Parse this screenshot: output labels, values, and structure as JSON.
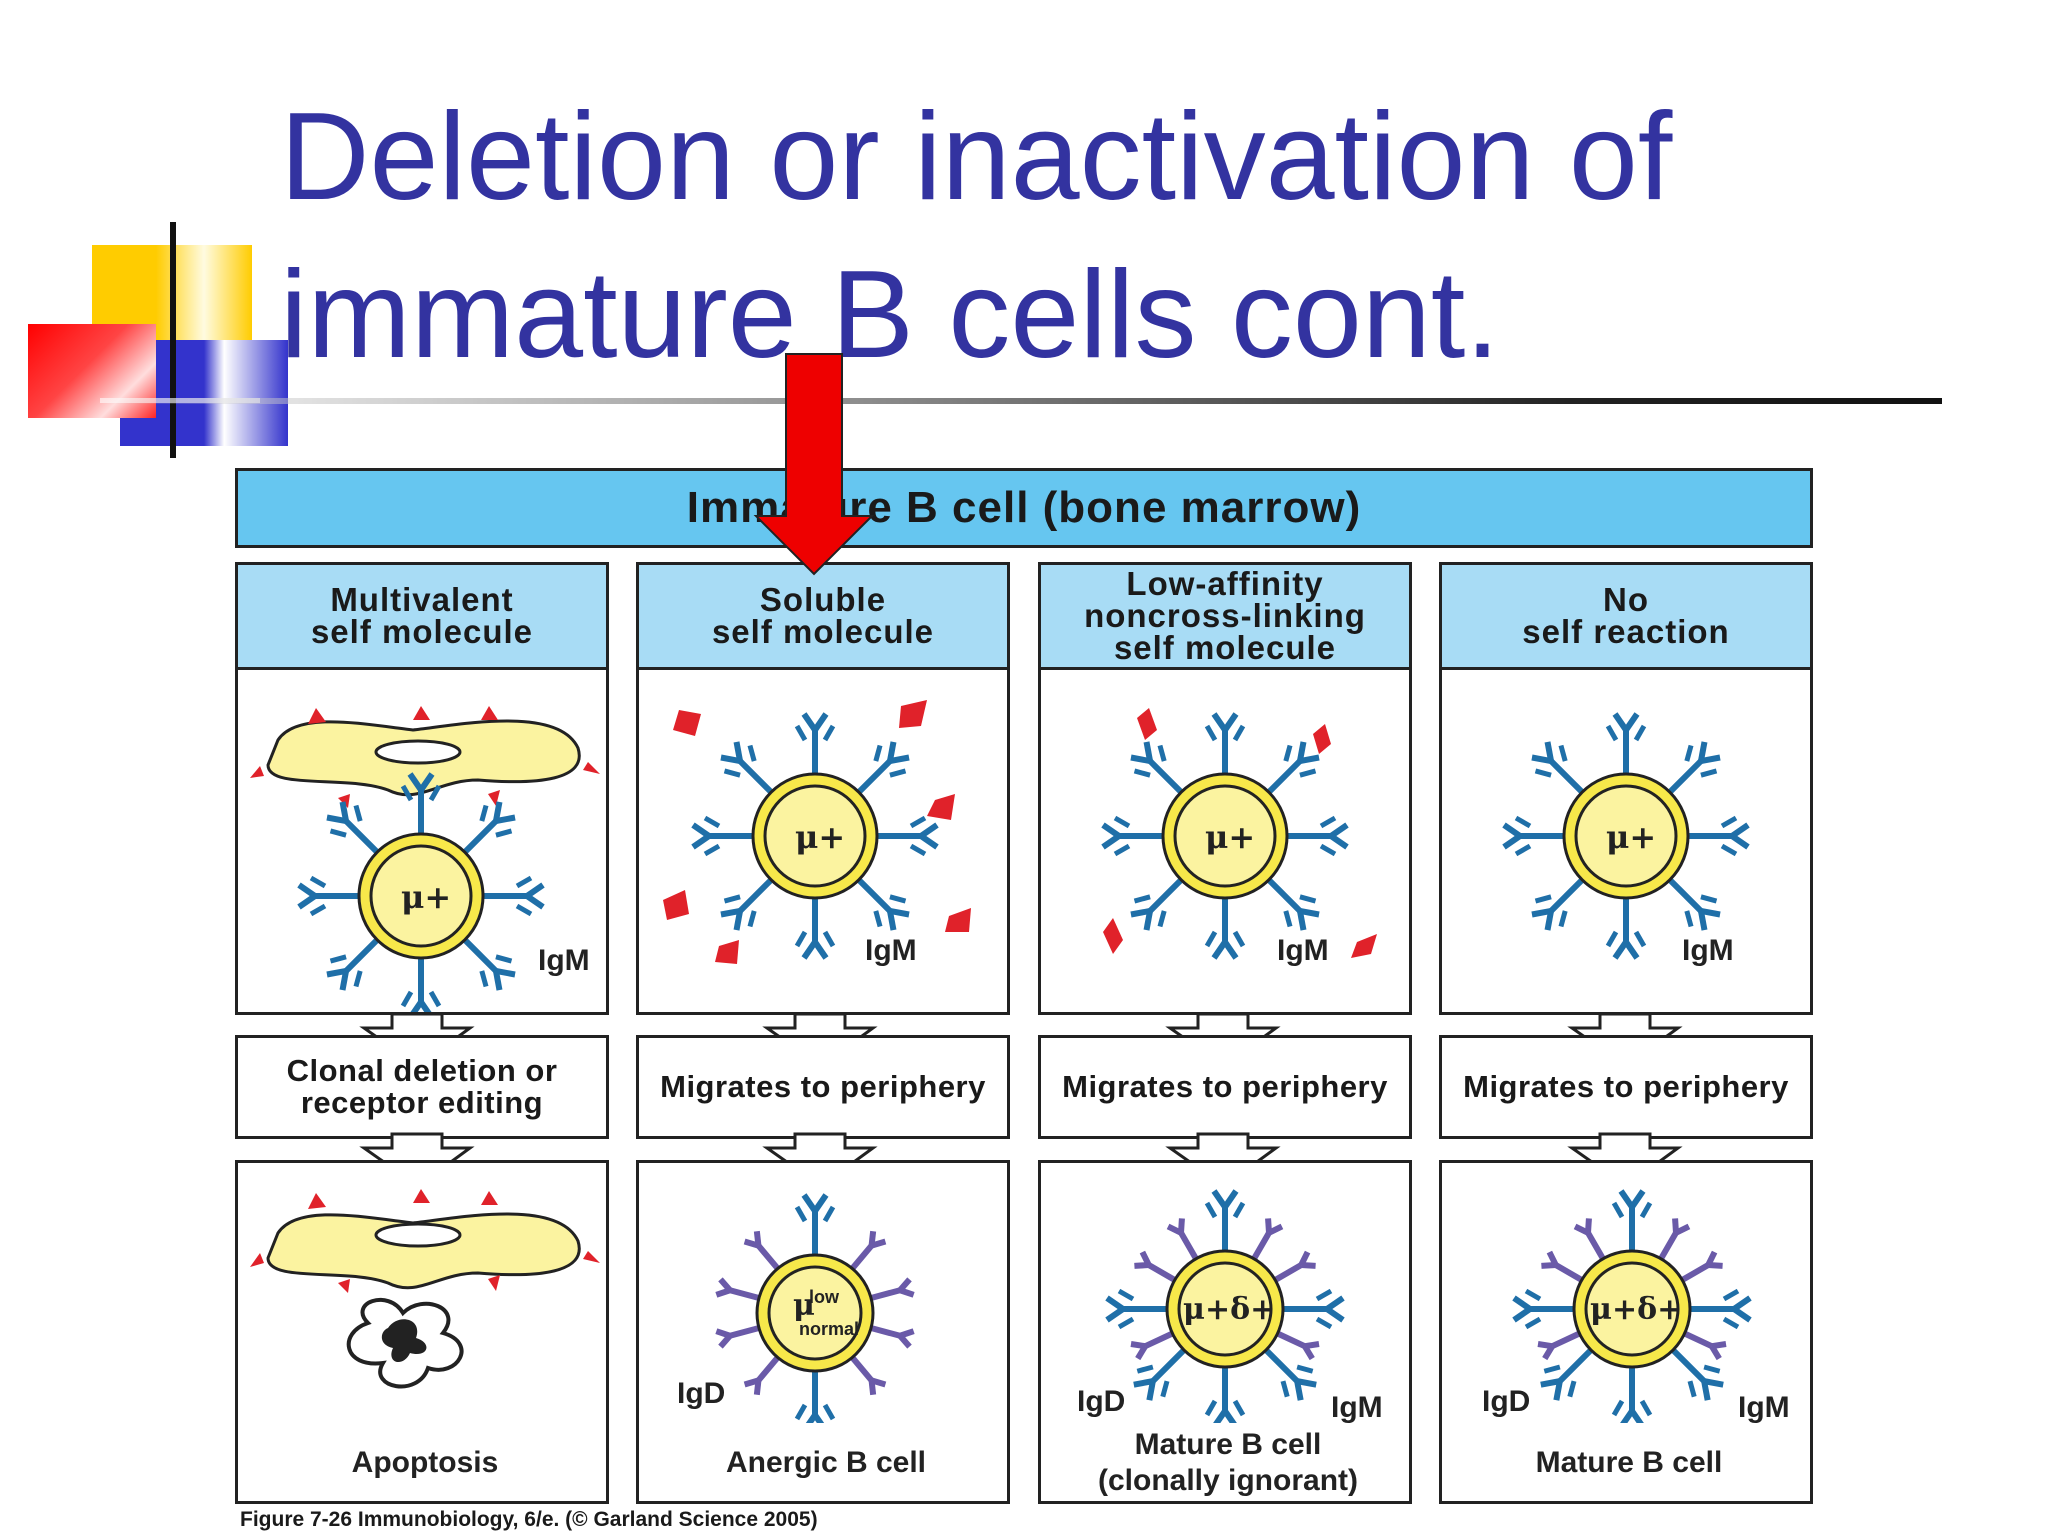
{
  "slide": {
    "title": "Deletion or inactivation of immature B cells cont."
  },
  "figure": {
    "header": "Immature B cell (bone marrow)",
    "columns": [
      {
        "heading": "Multivalent\nself molecule",
        "top_receptor_label": "IgM",
        "cell_marker": "μ+",
        "step": "Clonal deletion or\nreceptor editing",
        "outcome": "Apoptosis"
      },
      {
        "heading": "Soluble\nself molecule",
        "top_receptor_label": "IgM",
        "cell_marker": "μ+",
        "step": "Migrates to periphery",
        "outcome": "Anergic B cell",
        "bottom_marker_top": "μ",
        "bottom_marker_sup": "low",
        "bottom_marker_sub": "normal",
        "bottom_left_label": "IgD"
      },
      {
        "heading": "Low-affinity\nnoncross-linking\nself molecule",
        "top_receptor_label": "IgM",
        "cell_marker": "μ+",
        "step": "Migrates to periphery",
        "outcome": "Mature B cell\n(clonally ignorant)",
        "bottom_marker": "μ+δ+",
        "bottom_left_label": "IgD",
        "bottom_right_label": "IgM"
      },
      {
        "heading": "No\nself reaction",
        "top_receptor_label": "IgM",
        "cell_marker": "μ+",
        "step": "Migrates to periphery",
        "outcome": "Mature B cell",
        "bottom_marker": "μ+δ+",
        "bottom_left_label": "IgD",
        "bottom_right_label": "IgM"
      }
    ],
    "caption": "Figure 7-26  Immunobiology, 6/e. (© Garland Science 2005)"
  },
  "colors": {
    "title": "#3333a0",
    "header_fill": "#66c6f0",
    "column_head_fill": "#a8dcf5",
    "cell_fill": "#f7e84a",
    "receptor_igm": "#1f6fa8",
    "receptor_igd": "#6a5aa8",
    "antigen": "#e0222a",
    "arrow": "#ee0000"
  }
}
